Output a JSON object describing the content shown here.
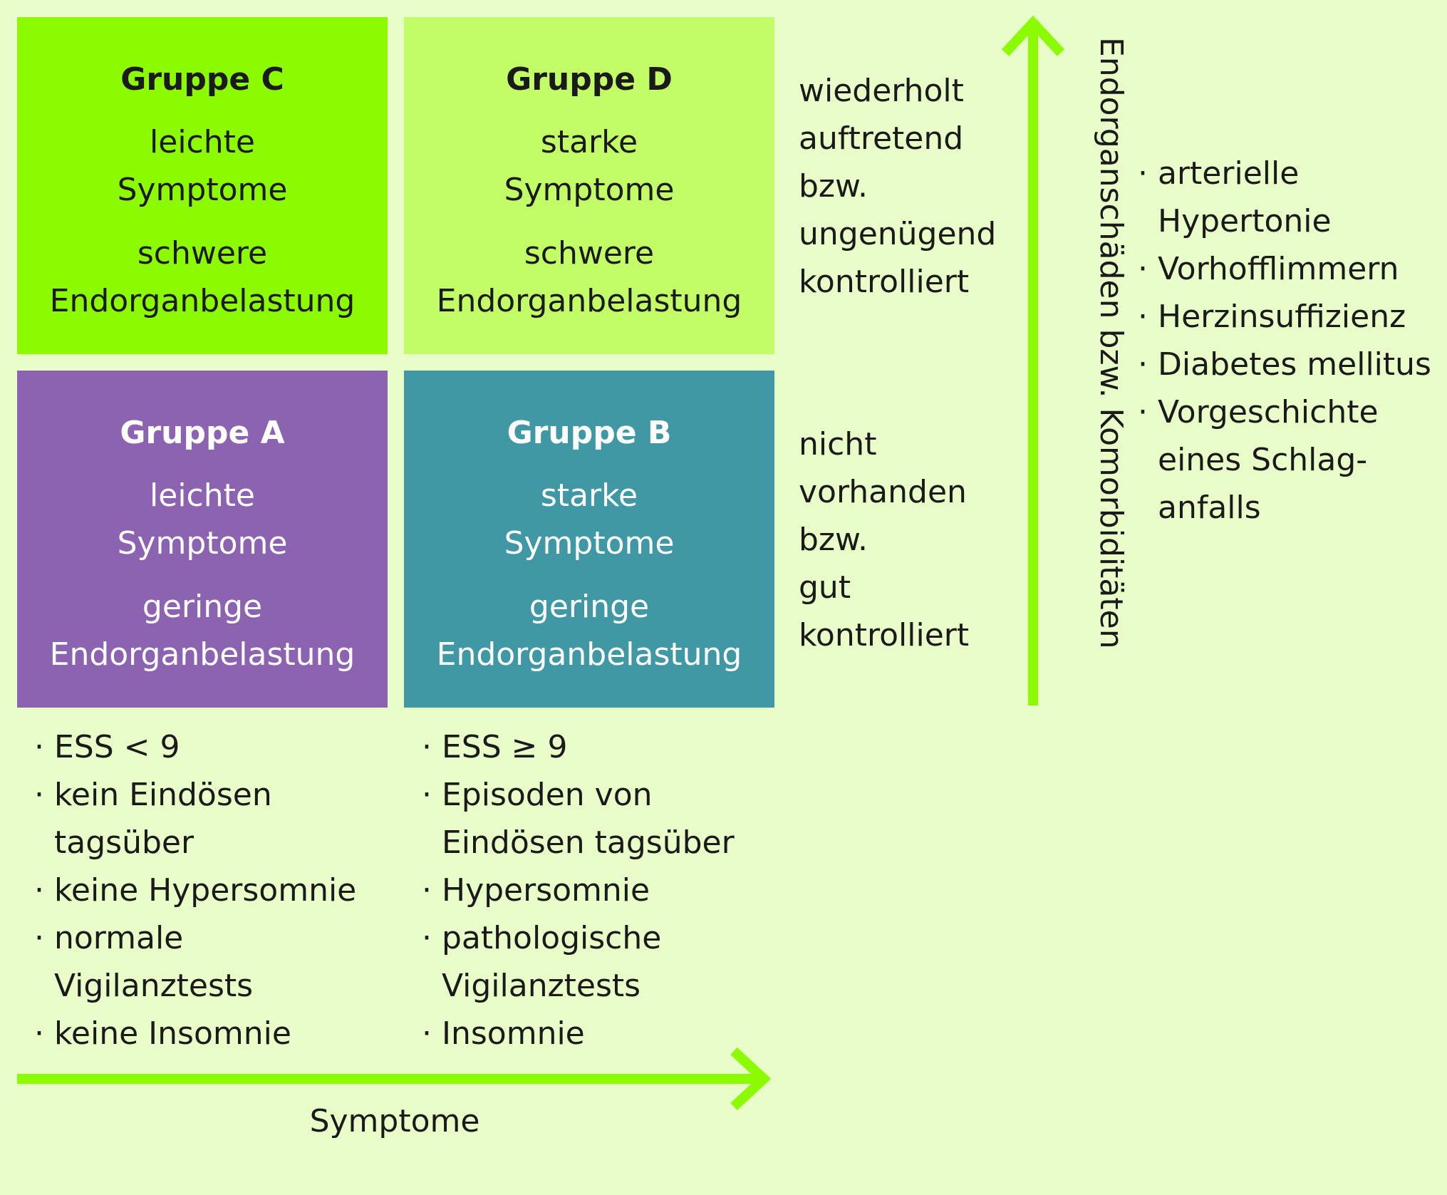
{
  "colors": {
    "background": "#e9fdc9",
    "group_c": "#8cfa00",
    "group_d": "#c2fc66",
    "group_a": "#8b63b1",
    "group_b": "#4198a5",
    "arrow": "#8cfa00"
  },
  "group_c": {
    "title": "Gruppe C",
    "line1": "leichte",
    "line2": "Symptome",
    "line3": "schwere",
    "line4": "Endorganbelastung"
  },
  "group_d": {
    "title": "Gruppe D",
    "line1": "starke",
    "line2": "Symptome",
    "line3": "schwere",
    "line4": "Endorganbelastung"
  },
  "group_a": {
    "title": "Gruppe A",
    "line1": "leichte",
    "line2": "Symptome",
    "line3": "geringe",
    "line4": "Endorganbelastung"
  },
  "group_b": {
    "title": "Gruppe B",
    "line1": "starke",
    "line2": "Symptome",
    "line3": "geringe",
    "line4": "Endorganbelastung"
  },
  "row_top": {
    "lines": [
      "wiederholt",
      "auftretend",
      "bzw.",
      "ungenügend",
      "kontrolliert"
    ]
  },
  "row_bottom": {
    "lines": [
      "nicht",
      "vorhanden",
      "bzw.",
      "gut",
      "kontrolliert"
    ]
  },
  "list_a": [
    "ESS < 9",
    "kein Eindösen tagsüber",
    "keine Hypersomnie",
    "normale Vigilanztests",
    "keine Insomnie"
  ],
  "list_b": [
    "ESS ≥ 9",
    "Episoden von Eindösen tagsüber",
    "Hypersomnie",
    "pathologische Vigilanztests",
    "Insomnie"
  ],
  "comorbidities": [
    "arterielle Hypertonie",
    "Vorhofflimmern",
    "Herzinsuffizienz",
    "Diabetes mellitus",
    "Vorgeschichte eines Schlag-anfalls"
  ],
  "x_axis_label": "Symptome",
  "y_axis_label": "Endorganschäden bzw. Komorbiditäten"
}
